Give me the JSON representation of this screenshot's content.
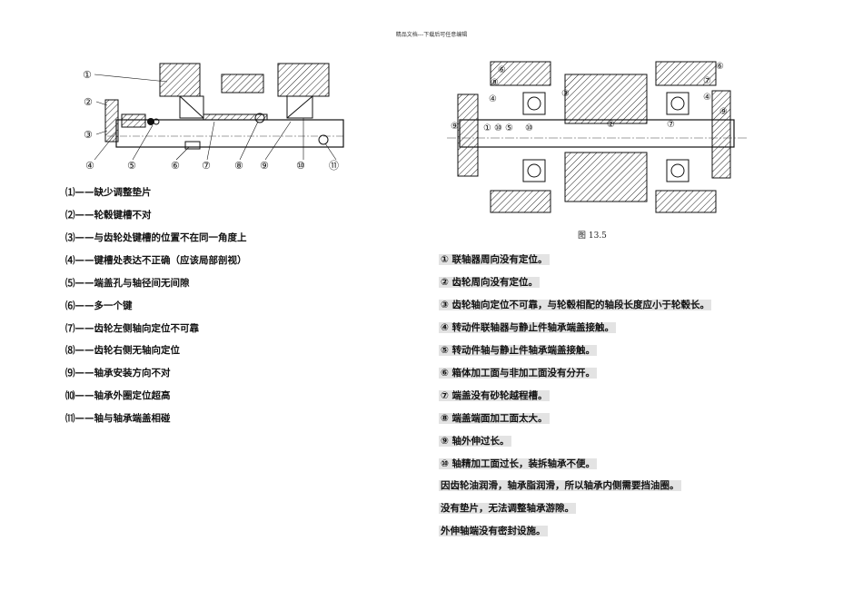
{
  "header": "精品文档---下载后可任意编辑",
  "left_figure": {
    "callouts": [
      "①",
      "②",
      "③",
      "④",
      "⑤",
      "⑥",
      "⑦",
      "⑧",
      "⑨",
      "⑩",
      "⑪"
    ]
  },
  "right_figure": {
    "callouts": [
      "⑥",
      "⑧",
      "④",
      "③",
      "⑨",
      "①",
      "⑩",
      "⑤",
      "⑩",
      "②",
      "⑦",
      "⑥",
      "⑦",
      "④",
      "⑨"
    ],
    "caption": "图  13.5"
  },
  "left_list": [
    "⑴——缺少调整垫片",
    "⑵——轮毂键槽不对",
    "⑶——与齿轮处键槽的位置不在同一角度上",
    "⑷——键槽处表达不正确（应该局部剖视）",
    "⑸——端盖孔与轴径间无间隙",
    "⑹——多一个键",
    "⑺——齿轮左侧轴向定位不可靠",
    "⑻——齿轮右侧无轴向定位",
    "⑼——轴承安装方向不对",
    "⑽——轴承外圈定位超高",
    "⑾——轴与轴承端盖相碰"
  ],
  "right_list": [
    "① 联轴器周向没有定位。",
    "② 齿轮周向没有定位。",
    "③ 齿轮轴向定位不可靠，与轮毂相配的轴段长度应小于轮毂长。",
    "④ 转动件联轴器与静止件轴承端盖接触。",
    "⑤ 转动件轴与静止件轴承端盖接触。",
    "⑥ 箱体加工面与非加工面没有分开。",
    "⑦ 端盖没有砂轮越程槽。",
    "⑧ 端盖端面加工面太大。",
    "⑨ 轴外伸过长。",
    "⑩ 轴精加工面过长，装拆轴承不便。",
    "因齿轮油润滑，轴承脂润滑，所以轴承内侧需要挡油圈。",
    "没有垫片，无法调整轴承游隙。",
    " 外伸轴端没有密封设施。"
  ]
}
